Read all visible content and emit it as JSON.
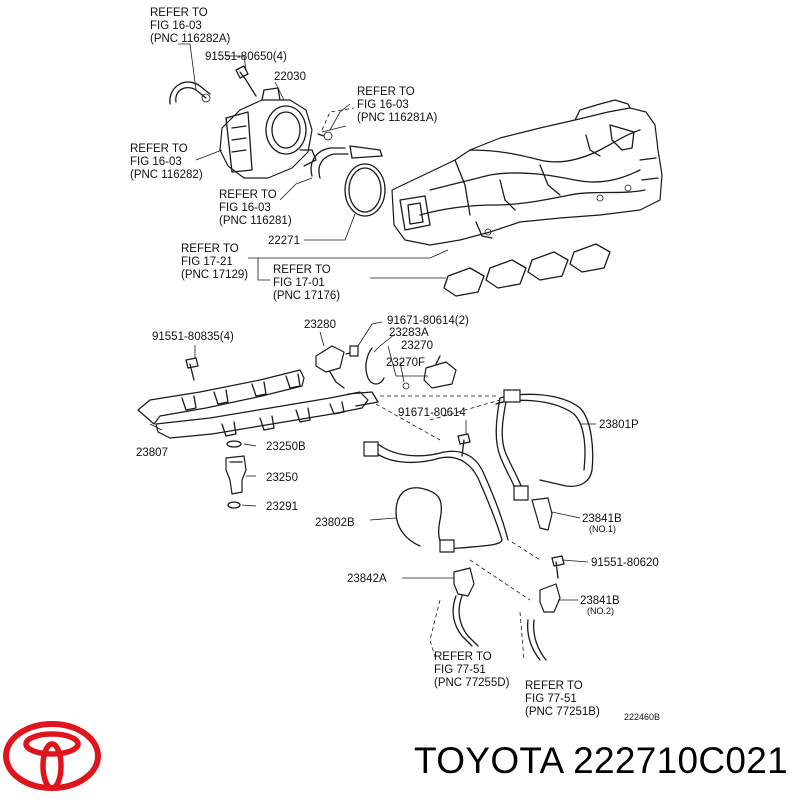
{
  "labels": {
    "ref_throttle_top": [
      "REFER TO",
      "FIG 16-03",
      "(PNC 116282A)"
    ],
    "bolt_91551_80650": "91551-80650(4)",
    "throttle_body": "22030",
    "ref_right_top": [
      "REFER TO",
      "FIG 16-03",
      "(PNC 116281A)"
    ],
    "ref_left_mid": [
      "REFER TO",
      "FIG 16-03",
      "(PNC 116282)"
    ],
    "ref_mid_hose": [
      "REFER TO",
      "FIG 16-03",
      "(PNC 116281)"
    ],
    "gasket_22271": "22271",
    "ref_fig_17_21": [
      "REFER TO",
      "FIG 17-21",
      "(PNC 17129)"
    ],
    "ref_fig_17_01": [
      "REFER TO",
      "FIG 17-01",
      "(PNC 17176)"
    ],
    "bolt_91551_80835": "91551-80835(4)",
    "part_23280": "23280",
    "bolt_91671_80614_2": "91671-80614(2)",
    "part_23283A": "23283A",
    "part_23270": "23270",
    "part_23270F": "23270F",
    "bolt_91671_80614": "91671-80614",
    "pipe_23801P": "23801P",
    "rail_23807": "23807",
    "part_23250B": "23250B",
    "injector_23250": "23250",
    "part_23291": "23291",
    "hose_23802B": "23802B",
    "clamp_23841B_1": "23841B",
    "clamp_23841B_1_note": "(NO.1)",
    "bolt_91551_80620": "91551-80620",
    "clamp_23842A": "23842A",
    "clamp_23841B_2": "23841B",
    "clamp_23841B_2_note": "(NO.2)",
    "ref_fig_77_51_a": [
      "REFER TO",
      "FIG 77-51",
      "(PNC 77255D)"
    ],
    "ref_fig_77_51_b": [
      "REFER TO",
      "FIG 77-51",
      "(PNC 77251B)"
    ],
    "diagram_code": "222460B"
  },
  "brand": {
    "logo": "toyota-logo",
    "text": "TOYOTA 222710C021",
    "logo_color": "#e0141c"
  }
}
